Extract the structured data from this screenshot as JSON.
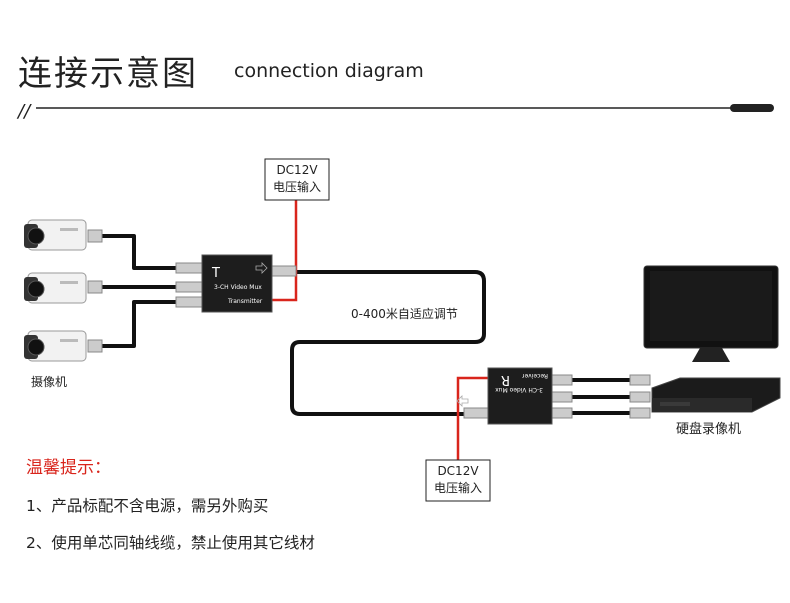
{
  "header": {
    "title_cn": "连接示意图",
    "title_en": "connection diagram",
    "rule_mark": "//"
  },
  "transmitter": {
    "letter": "T",
    "model": "3-CH Video Mux",
    "type": "Transmitter"
  },
  "receiver": {
    "letter": "R",
    "model": "3-CH Video Mux",
    "type": "Receiver"
  },
  "power_top": {
    "line1": "DC12V",
    "line2": "电压输入"
  },
  "power_bottom": {
    "line1": "DC12V",
    "line2": "电压输入"
  },
  "cable_label": "0-400米自适应调节",
  "camera_label": "摄像机",
  "dvr_label": "硬盘录像机",
  "tips": {
    "title": "温馨提示：",
    "items": [
      "1、产品标配不含电源，需另外购买",
      "2、使用单芯同轴线缆，禁止使用其它线材"
    ]
  },
  "colors": {
    "power_line": "#d9251c",
    "cable": "#111111",
    "tips_title": "#d9251c"
  }
}
